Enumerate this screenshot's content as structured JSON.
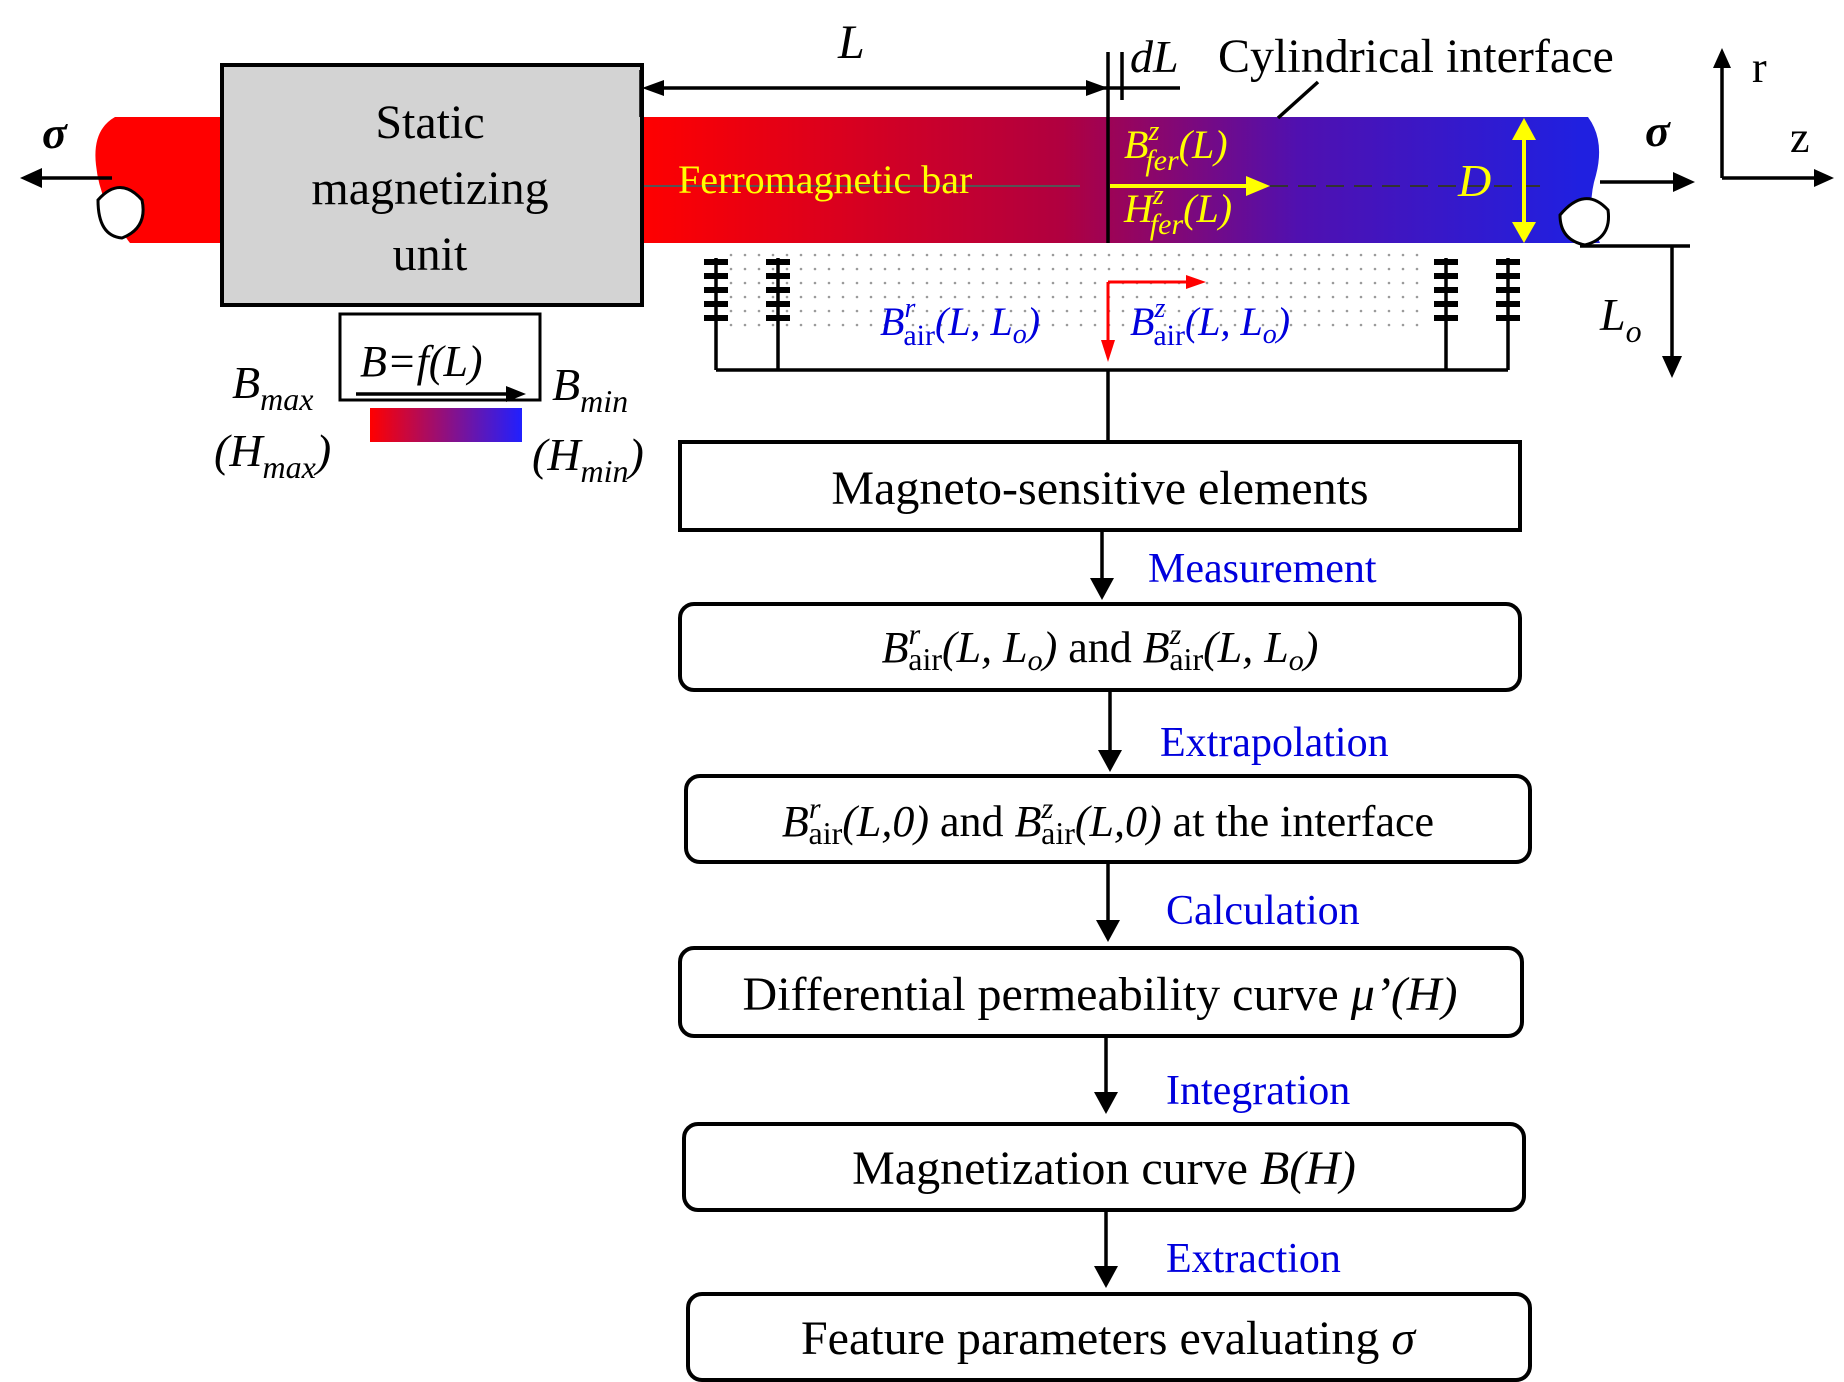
{
  "colors": {
    "bar_start": "#ff0000",
    "bar_end": "#2020e0",
    "label_yellow": "#ffff00",
    "label_blue": "#0000dd",
    "unit_gray": "#d3d3d3",
    "arrow_red": "#ff0000"
  },
  "bar": {
    "label": "Ferromagnetic bar",
    "length_L": "L",
    "dL": "dL",
    "interface_label": "Cylindrical interface",
    "diameter": "D",
    "stress": "σ",
    "axis_r": "r",
    "axis_z": "z",
    "lift_off": "L",
    "lift_off_sub": "o"
  },
  "field_in_bar": {
    "B": "B",
    "B_sup": "z",
    "B_sub": "fer",
    "B_arg": "(L)",
    "H": "H",
    "H_sup": "z",
    "H_sub": "fer",
    "H_arg": "(L)"
  },
  "field_in_air": {
    "Br": "B",
    "Br_sup": "r",
    "Br_sub": "air",
    "Br_arg": "(L, L",
    "Bz": "B",
    "Bz_sup": "z",
    "Bz_sub": "air",
    "Bz_arg": "(L, L",
    "o": "o",
    "close": ")"
  },
  "magnetizing_unit": {
    "line1": "Static",
    "line2": "magnetizing",
    "line3": "unit"
  },
  "gradient_legend": {
    "formula": "B=f(L)",
    "bmax": "B",
    "bmax_sub": "max",
    "hmax": "(H",
    "hmax_sub": "max",
    "hmax_close": ")",
    "bmin": "B",
    "bmin_sub": "min",
    "hmin": "(H",
    "hmin_sub": "min",
    "hmin_close": ")"
  },
  "flow": {
    "step1": "Magneto-sensitive elements",
    "arrow1": "Measurement",
    "step2": {
      "b1": "B",
      "b1_sup": "r",
      "b1_sub": "air",
      "b1_arg": "(L, L",
      "o1": "o",
      "c1": ")",
      "and": "and",
      "b2": "B",
      "b2_sup": "z",
      "b2_sub": "air",
      "b2_arg": "(L, L",
      "o2": "o",
      "c2": ")"
    },
    "arrow2": "Extrapolation",
    "step3": {
      "b1": "B",
      "b1_sup": "r",
      "b1_sub": "air",
      "b1_arg": "(L,0)",
      "and": "and",
      "b2": "B",
      "b2_sup": "z",
      "b2_sub": "air",
      "b2_arg": "(L,0)",
      "tail": "at the interface"
    },
    "arrow3": "Calculation",
    "step4": {
      "text": "Differential permeability curve ",
      "math": "μ’(H)"
    },
    "arrow4": "Integration",
    "step5": {
      "text": "Magnetization curve ",
      "math": "B(H)"
    },
    "arrow5": "Extraction",
    "step6": {
      "text": "Feature parameters evaluating ",
      "math": "σ"
    }
  }
}
